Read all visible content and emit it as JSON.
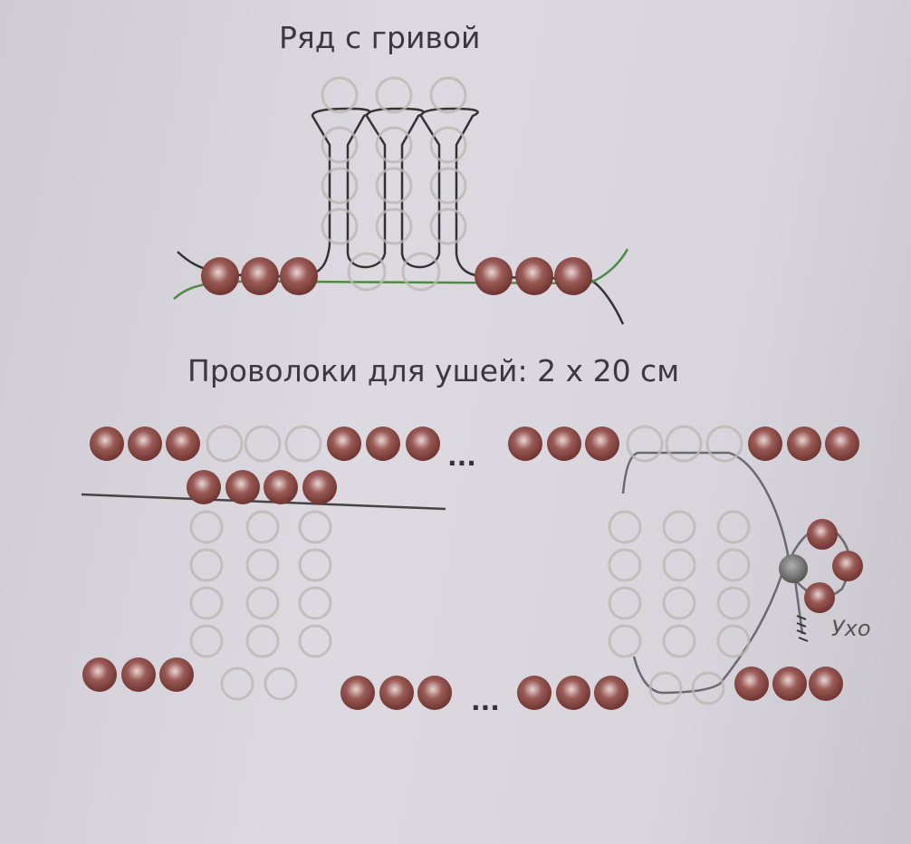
{
  "diagram": {
    "mane_row_title": "Ряд с гривой",
    "ear_wires_title": "Проволоки для ушей: 2 x 20 см",
    "ellipsis_top": "...",
    "ellipsis_bottom": "...",
    "ear_label": "Ухо"
  },
  "colors": {
    "bead": "#8a4a45",
    "ghost": "#bdb6b4",
    "wire_dark": "#333333",
    "wire_green": "#4f8a44",
    "wire_grey": "#6a6a70"
  }
}
